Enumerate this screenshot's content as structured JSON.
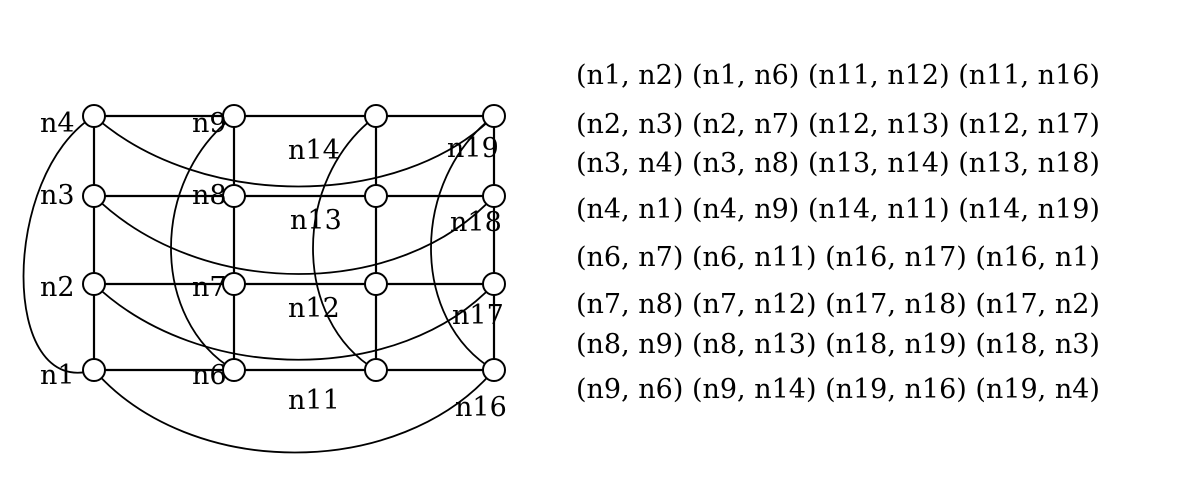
{
  "nodes": [
    {
      "id": "n1",
      "label": "n1"
    },
    {
      "id": "n2",
      "label": "n2"
    },
    {
      "id": "n3",
      "label": "n3"
    },
    {
      "id": "n4",
      "label": "n4"
    },
    {
      "id": "n6",
      "label": "n6"
    },
    {
      "id": "n7",
      "label": "n7"
    },
    {
      "id": "n8",
      "label": "n8"
    },
    {
      "id": "n9",
      "label": "n9"
    },
    {
      "id": "n11",
      "label": "n11"
    },
    {
      "id": "n12",
      "label": "n12"
    },
    {
      "id": "n13",
      "label": "n13"
    },
    {
      "id": "n14",
      "label": "n14"
    },
    {
      "id": "n16",
      "label": "n16"
    },
    {
      "id": "n17",
      "label": "n17"
    },
    {
      "id": "n18",
      "label": "n18"
    },
    {
      "id": "n19",
      "label": "n19"
    }
  ],
  "edge_list": [
    "(n1, n2) (n1, n6) (n11, n12) (n11, n16)",
    "(n2, n3) (n2, n7) (n12, n13) (n12, n17)",
    "(n3, n4) (n3, n8) (n13, n14) (n13, n18)",
    "(n4, n1) (n4, n9) (n14, n11) (n14, n19)",
    "(n6, n7) (n6, n11) (n16, n17) (n16, n1)",
    "(n7, n8) (n7, n12) (n17, n18) (n17, n2)",
    "(n8, n9) (n8, n13) (n18, n19) (n18, n3)",
    "(n9, n6) (n9, n14) (n19, n16) (n19, n4)"
  ]
}
